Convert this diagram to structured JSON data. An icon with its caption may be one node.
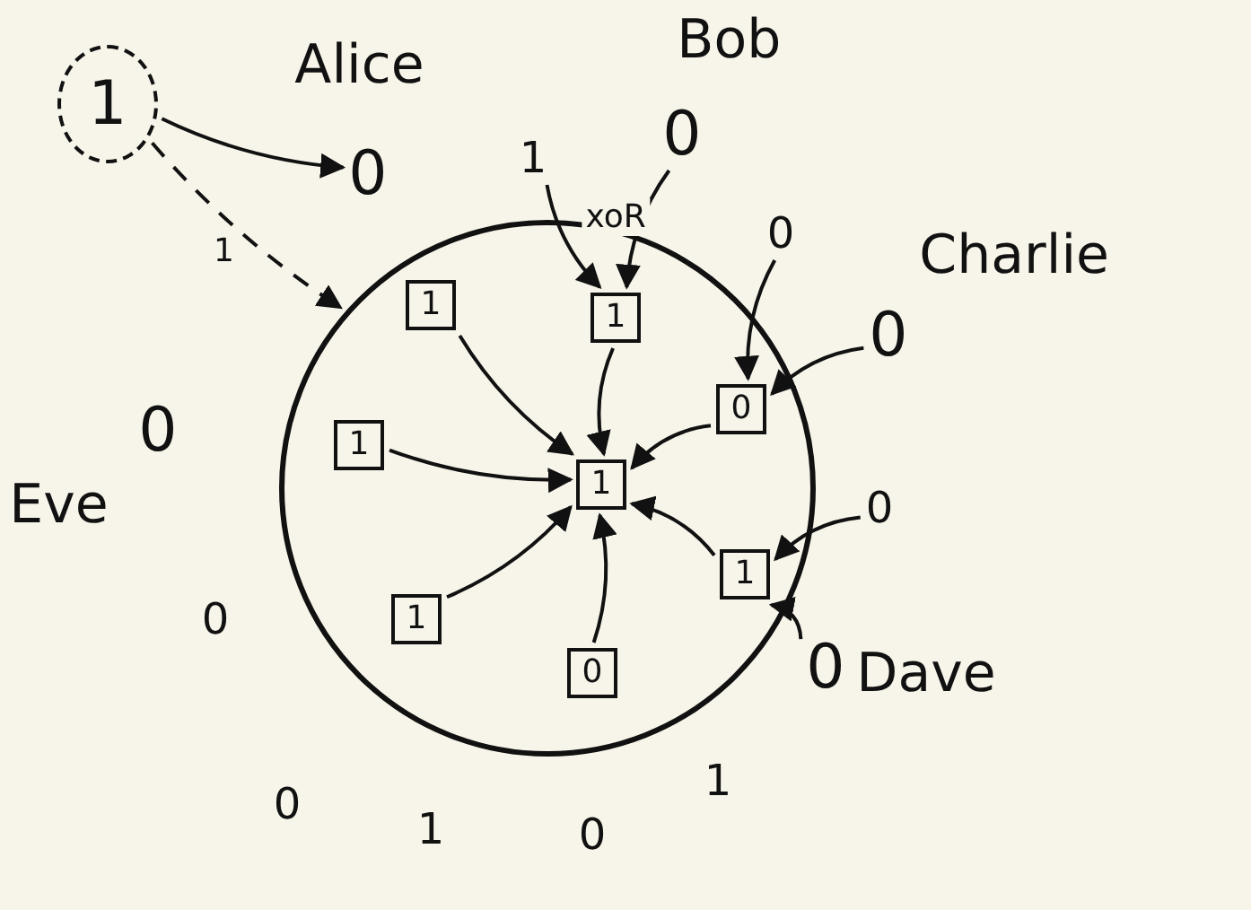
{
  "diagram": {
    "nodes": [
      {
        "text": [
          "1"
        ]
      },
      {
        "text": [
          "0"
        ],
        "beside": [
          "Alice"
        ]
      },
      {
        "text": [
          "1"
        ]
      },
      {
        "text": [
          "0"
        ],
        "beside": [
          "Bob"
        ]
      },
      {
        "text": [
          "0"
        ]
      },
      {
        "text": [
          "0"
        ],
        "beside": [
          "Charlie"
        ]
      },
      {
        "text": [],
        "shape": "circle"
      },
      {
        "text": [
          "1"
        ],
        "in": 6
      },
      {
        "text": [
          "1"
        ],
        "in": 6
      },
      {
        "text": [
          "0"
        ],
        "in": 6
      },
      {
        "text": [
          "1"
        ],
        "in": 6
      },
      {
        "text": [
          "1"
        ],
        "in": 6
      },
      {
        "text": [
          "1"
        ],
        "in": 6
      },
      {
        "text": [
          "1"
        ],
        "in": 6
      },
      {
        "text": [
          "0"
        ],
        "in": 6
      },
      {
        "text": [
          "0"
        ]
      },
      {
        "text": [
          "0"
        ],
        "beside": [
          "Eve"
        ]
      },
      {
        "text": [
          "0"
        ],
        "beside": [
          "Dave"
        ]
      }
    ],
    "edges": [
      {
        "from": 0,
        "to": 1,
        "arrow": "to"
      },
      {
        "from": 0,
        "to": 6,
        "arrow": "to",
        "style": "dashed",
        "label": "1"
      },
      {
        "from": 2,
        "to": 8,
        "arrow": "to"
      },
      {
        "from": 3,
        "to": 8,
        "arrow": "to",
        "label": "xoR"
      },
      {
        "from": 4,
        "to": 9,
        "arrow": "to"
      },
      {
        "from": 5,
        "to": 9,
        "arrow": "to"
      },
      {
        "from": 15,
        "to": 12,
        "arrow": "to"
      },
      {
        "from": 17,
        "to": 12,
        "arrow": "to"
      },
      {
        "from": 7,
        "to": 11,
        "arrow": "to"
      },
      {
        "from": 8,
        "to": 11,
        "arrow": "to"
      },
      {
        "from": 9,
        "to": 11,
        "arrow": "to"
      },
      {
        "from": 10,
        "to": 11,
        "arrow": "to"
      },
      {
        "from": 12,
        "to": 11,
        "arrow": "to"
      },
      {
        "from": 13,
        "to": 11,
        "arrow": "to"
      },
      {
        "from": 14,
        "to": 11,
        "arrow": "to"
      }
    ],
    "labels": [
      "0",
      "0",
      "1",
      "0",
      "1"
    ]
  }
}
